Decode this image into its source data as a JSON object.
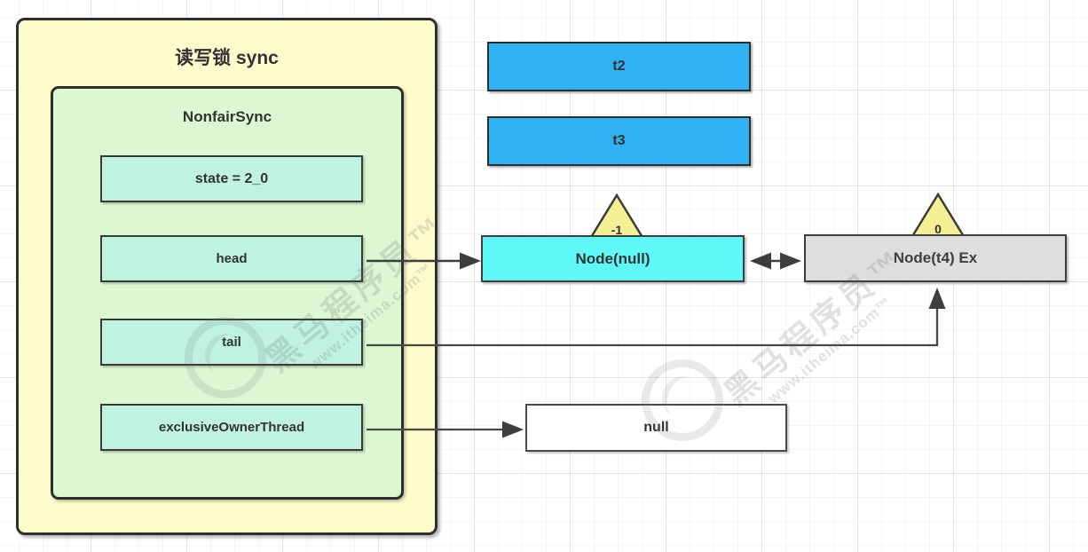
{
  "sync_container": {
    "title": "读写锁 sync",
    "inner": {
      "title": "NonfairSync",
      "fields": [
        {
          "label": "state = 2_0"
        },
        {
          "label": "head"
        },
        {
          "label": "tail"
        },
        {
          "label": "exclusiveOwnerThread"
        }
      ]
    }
  },
  "threads": [
    {
      "label": "t2"
    },
    {
      "label": "t3"
    }
  ],
  "queue_nodes": [
    {
      "label": "Node(null)",
      "wait_status": "-1"
    },
    {
      "label": "Node(t4) Ex",
      "wait_status": "0"
    }
  ],
  "null_box": {
    "label": "null"
  },
  "watermark": {
    "brand": "黑马程序员™",
    "site": "www.itheima.com™"
  },
  "colors": {
    "outer_fill": "#FBFBCB",
    "inner_fill": "#DCF8D2",
    "field_fill": "#BFF3E0",
    "thread_fill": "#2FB1F2",
    "head_node_fill": "#5EF8F8",
    "tail_node_fill": "#DEDEDE",
    "null_fill": "#FFFFFF",
    "triangle_fill": "#F5F094",
    "border": "#2E2E2E",
    "arrow": "#3D3D3D"
  }
}
